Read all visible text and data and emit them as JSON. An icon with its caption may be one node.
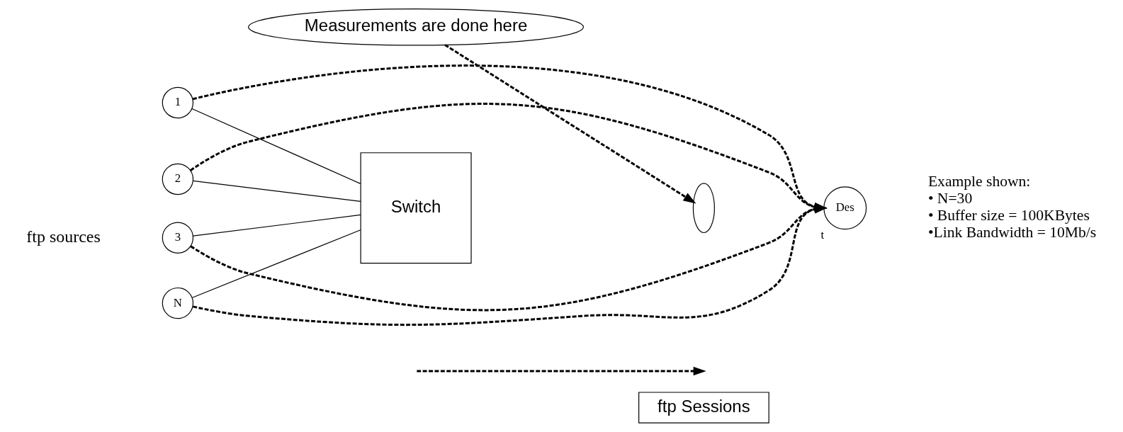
{
  "diagram": {
    "nodes": [
      {
        "text": [
          "1"
        ]
      },
      {
        "text": [
          "2"
        ]
      },
      {
        "text": [
          "3"
        ]
      },
      {
        "text": [
          "N"
        ]
      },
      {
        "text": [
          "Switch"
        ]
      },
      {
        "text": [],
        "shape": "ellipse"
      },
      {
        "text": [
          "Des"
        ],
        "beside": [
          "t"
        ]
      },
      {
        "text": [
          "Measurements are done here"
        ]
      }
    ],
    "edges": [
      {
        "from": 0,
        "to": 4,
        "arrow": "none"
      },
      {
        "from": 1,
        "to": 4,
        "arrow": "none"
      },
      {
        "from": 2,
        "to": 4,
        "arrow": "none"
      },
      {
        "from": 3,
        "to": 4,
        "arrow": "none"
      },
      {
        "from": 0,
        "to": 6,
        "arrow": "to",
        "style": "dashed"
      },
      {
        "from": 1,
        "to": 6,
        "arrow": "to",
        "style": "dashed"
      },
      {
        "from": 2,
        "to": 6,
        "arrow": "to",
        "style": "dashed"
      },
      {
        "from": 3,
        "to": 6,
        "arrow": "to",
        "style": "dashed"
      },
      {
        "from": 7,
        "to": 5,
        "arrow": "to",
        "style": "dashed"
      }
    ],
    "labels": [
      "ftp sources",
      "Example shown:",
      "• N=30",
      "• Buffer size = 100KBytes",
      "•Link Bandwidth = 10Mb/s"
    ],
    "legend": [
      {
        "text": "ftp Sessions"
      }
    ]
  }
}
